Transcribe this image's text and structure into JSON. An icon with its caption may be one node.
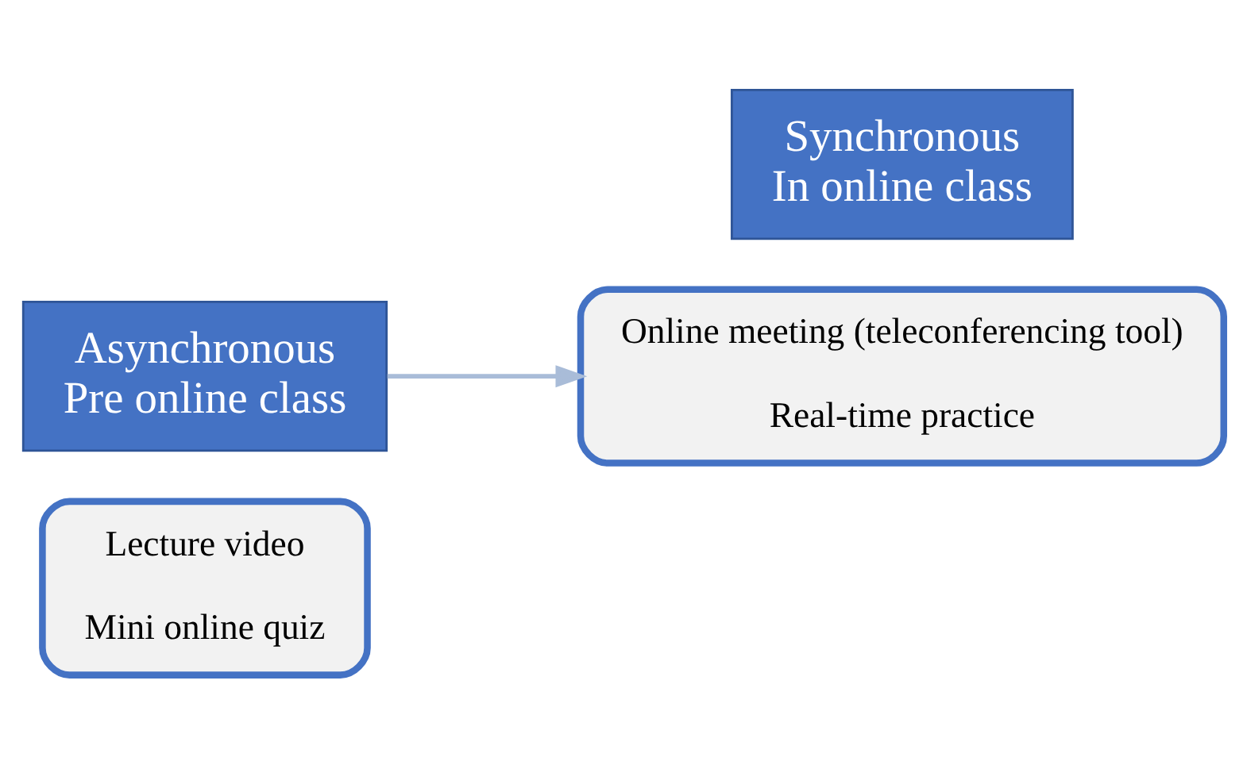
{
  "diagram": {
    "nodes": [
      {
        "text": [
          "Lecture video",
          "Mini online quiz"
        ]
      },
      {
        "text": [
          "Asynchronous",
          "Pre online class"
        ]
      },
      {
        "text": [
          "Online meeting (teleconferencing tool)",
          "Real-time practice"
        ]
      },
      {
        "text": [
          "Synchronous",
          "In online class"
        ]
      }
    ],
    "edges": [
      {
        "from": 1,
        "to": 2,
        "arrow": "to",
        "color": "#a9bcd8"
      }
    ]
  }
}
